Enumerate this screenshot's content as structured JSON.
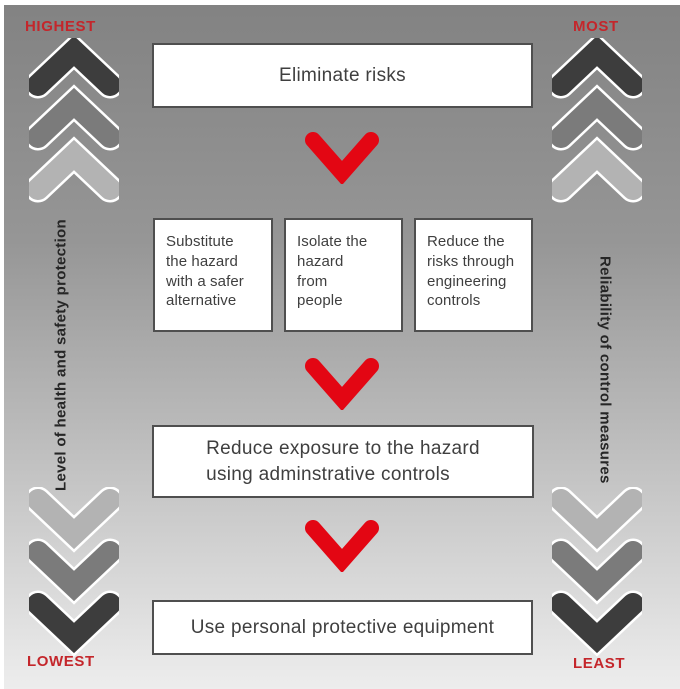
{
  "corner_labels": {
    "top_left": "HIGHEST",
    "top_right": "MOST",
    "bottom_left": "LOWEST",
    "bottom_right": "LEAST"
  },
  "axis_labels": {
    "left": "Level of health and safety protection",
    "right": "Reliability of control measures"
  },
  "boxes": {
    "level1": "Eliminate risks",
    "level2a": "Substitute\nthe hazard\nwith a safer\nalternative",
    "level2b": "Isolate the\nhazard\nfrom\npeople",
    "level2c": "Reduce the\nrisks through\nengineering\ncontrols",
    "level3": "Reduce exposure to the hazard\nusing adminstrative controls",
    "level4": "Use personal protective equipment"
  },
  "palette": {
    "arrow_red": "#e30613",
    "label_red": "#c4262b",
    "chevron_dark": "#3d3d3d",
    "chevron_mid": "#7b7b7b",
    "chevron_light": "#b3b3b3",
    "chevron_outline": "#ffffff",
    "box_border": "#4f4f4f",
    "box_text": "#3f3f3f",
    "bg_top": "#828282",
    "bg_mid": "#969696",
    "bg_bottom": "#ededed"
  }
}
